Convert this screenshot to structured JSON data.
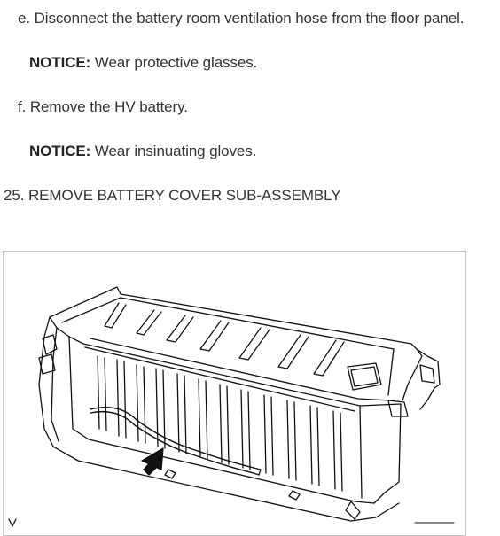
{
  "steps": [
    {
      "id": "e",
      "prefix": "e. ",
      "text": "Disconnect the battery room ventilation hose from the floor panel."
    },
    {
      "id": "n1",
      "notice_label": "NOTICE:",
      "notice_text": " Wear protective glasses."
    },
    {
      "id": "f",
      "prefix": "f. ",
      "text": "Remove the HV battery."
    },
    {
      "id": "n2",
      "notice_label": "NOTICE:",
      "notice_text": " Wear insinuating gloves."
    }
  ],
  "section": {
    "number": "25. ",
    "title": "REMOVE BATTERY COVER SUB-ASSEMBLY"
  },
  "colors": {
    "text": "#333333",
    "frame_border": "#c8c8c8",
    "drawing_ink": "#111111"
  },
  "figure": {
    "icon": "hv-battery-illustration",
    "pointer_icon": "arrow-pointer-icon"
  }
}
